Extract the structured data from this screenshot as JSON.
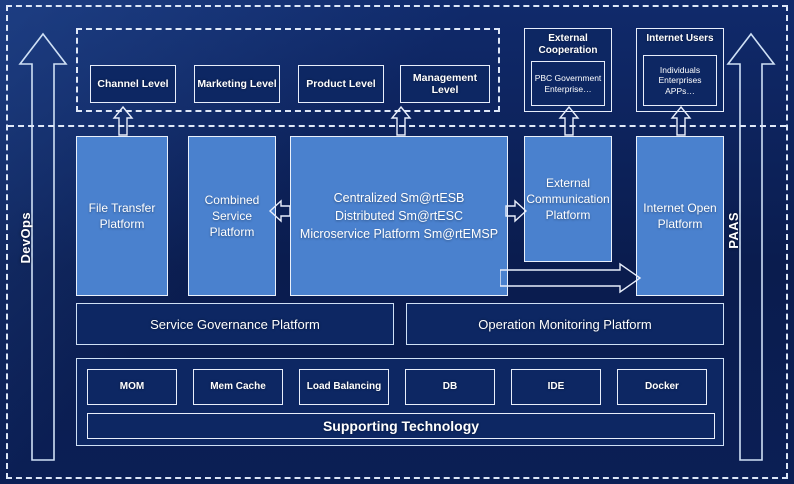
{
  "colors": {
    "background": "#0b1f55",
    "panel": "#0d2763",
    "platform_blue": "#4a81ce",
    "outline": "#e8eefb",
    "text": "#ffffff"
  },
  "side_arrows": [
    {
      "label": "DevOps",
      "icon": "up-arrow-icon",
      "position": "left"
    },
    {
      "label": "PAAS",
      "icon": "up-arrow-icon",
      "position": "right"
    }
  ],
  "business_levels": {
    "items": [
      {
        "label": "Channel Level"
      },
      {
        "label": "Marketing Level"
      },
      {
        "label": "Product Level"
      },
      {
        "label": "Management Level"
      }
    ]
  },
  "external_actors": [
    {
      "title": "External Cooperation",
      "detail": "PBC Government Enterprise…"
    },
    {
      "title": "Internet Users",
      "detail": "Individuals Enterprises APPs…"
    }
  ],
  "platforms": [
    {
      "label": "File Transfer Platform"
    },
    {
      "label": "Combined Service Platform"
    },
    {
      "label": "Centralized Sm@rtESB\nDistributed Sm@rtESC\nMicroservice Platform Sm@rtEMSP"
    },
    {
      "label": "External Communication Platform"
    },
    {
      "label": "Internet Open Platform"
    }
  ],
  "platform_core_lines": [
    "Centralized Sm@rtESB",
    "Distributed Sm@rtESC",
    "Microservice Platform Sm@rtEMSP"
  ],
  "governance": [
    {
      "label": "Service Governance Platform"
    },
    {
      "label": "Operation Monitoring Platform"
    }
  ],
  "supporting": {
    "bar_label": "Supporting Technology",
    "items": [
      {
        "label": "MOM"
      },
      {
        "label": "Mem Cache"
      },
      {
        "label": "Load Balancing"
      },
      {
        "label": "DB"
      },
      {
        "label": "IDE"
      },
      {
        "label": "Docker"
      }
    ]
  },
  "connectors": [
    {
      "name": "arrow-up-channel",
      "direction": "up"
    },
    {
      "name": "arrow-up-management",
      "direction": "up"
    },
    {
      "name": "arrow-up-external-cooperation",
      "direction": "up"
    },
    {
      "name": "arrow-up-internet-users",
      "direction": "up"
    },
    {
      "name": "arrow-left-core-to-combined",
      "direction": "left"
    },
    {
      "name": "arrow-right-core-to-external-comm",
      "direction": "right"
    },
    {
      "name": "arrow-right-core-to-internet-open",
      "direction": "right"
    }
  ]
}
